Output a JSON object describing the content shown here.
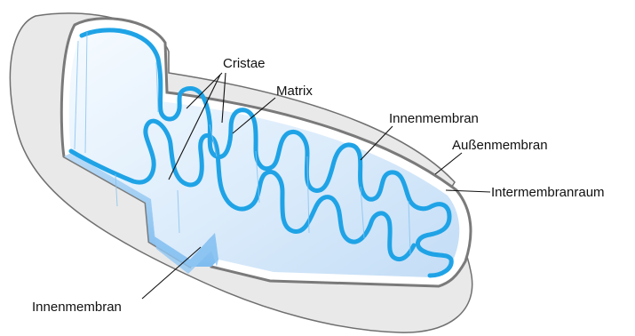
{
  "colors": {
    "outer_fill": "#e9e9e9",
    "outer_stroke": "#6f6f6f",
    "intermembrane_fill": "#ffffff",
    "cristae_stroke": "#1fa3e6",
    "matrix_light": "#f2f8fe",
    "matrix_mid": "#cfe3f8",
    "wall_blue": "#9dcbf2",
    "text": "#111111"
  },
  "labels": {
    "cristae": "Cristae",
    "matrix": "Matrix",
    "innenmembran_right": "Innenmembran",
    "aussenmembran": "Außenmembran",
    "intermembranraum": "Intermembranraum",
    "innenmembran_left": "Innenmembran"
  }
}
